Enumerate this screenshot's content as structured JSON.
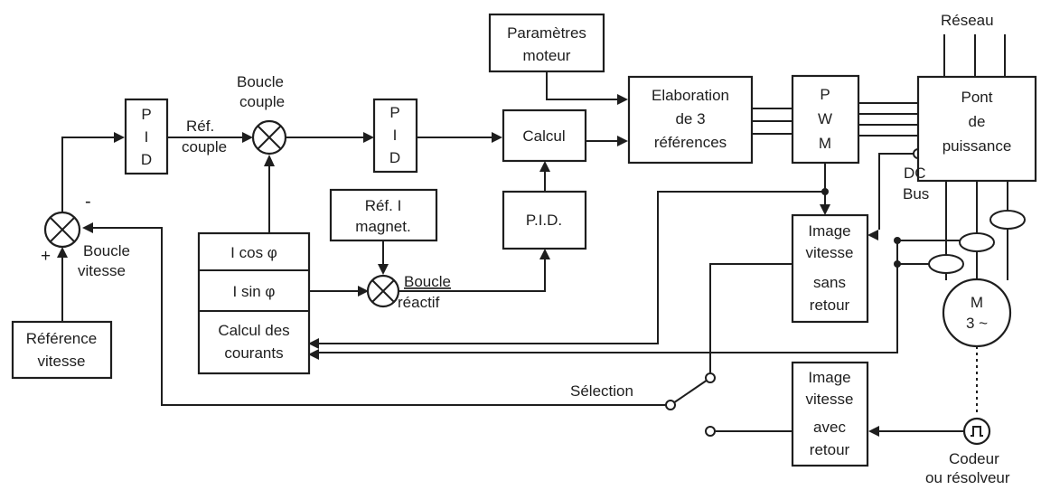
{
  "labels": {
    "pid1": [
      "P",
      "I",
      "D"
    ],
    "pid2": [
      "P",
      "I",
      "D"
    ],
    "ref_couple": [
      "Réf.",
      "couple"
    ],
    "boucle_couple": [
      "Boucle",
      "couple"
    ],
    "parametres_moteur": [
      "Paramètres",
      "moteur"
    ],
    "calcul": "Calcul",
    "elaboration": [
      "Elaboration",
      "de 3",
      "références"
    ],
    "pwm": [
      "P",
      "W",
      "M"
    ],
    "pont": [
      "Pont",
      "de",
      "puissance"
    ],
    "reseau": "Réseau",
    "dc_bus": [
      "DC",
      "Bus"
    ],
    "ref_i_magnet": [
      "Réf. I",
      "magnet."
    ],
    "pid_dots": "P.I.D.",
    "i_cos": "I cos  φ",
    "i_sin": "I sin  φ",
    "calcul_courants": [
      "Calcul des",
      "courants"
    ],
    "boucle_reactif": [
      "Boucle",
      "réactif"
    ],
    "boucle_vitesse": [
      "Boucle",
      "vitesse"
    ],
    "minus_sign": "-",
    "plus_sign": "+",
    "reference_vitesse": [
      "Référence",
      "vitesse"
    ],
    "image_sans_retour": [
      "Image",
      "vitesse",
      "sans",
      "retour"
    ],
    "image_avec_retour": [
      "Image",
      "vitesse",
      "avec",
      "retour"
    ],
    "motor": [
      "M",
      "3 ~"
    ],
    "selection": "Sélection",
    "codeur": [
      "Codeur",
      "ou résolveur"
    ]
  }
}
